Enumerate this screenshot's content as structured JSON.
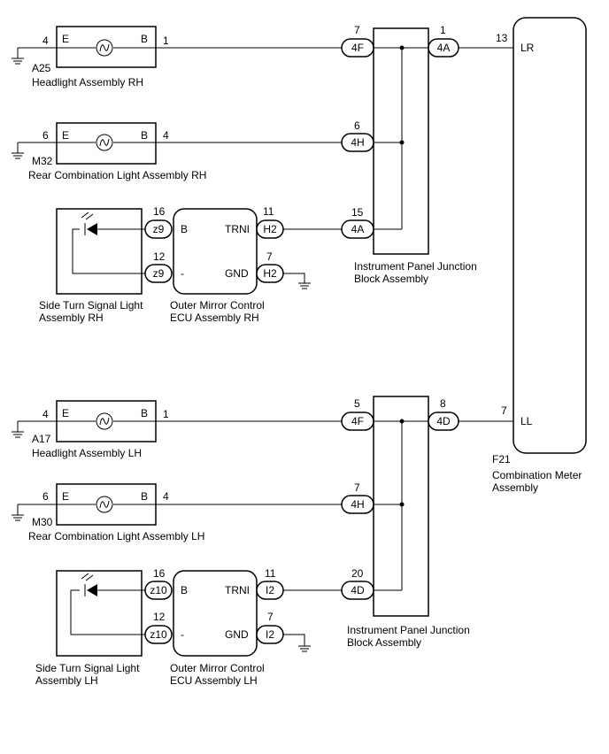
{
  "rh": {
    "headlight": {
      "pin_left": "4",
      "letter_e": "E",
      "letter_b": "B",
      "pin_right": "1",
      "code": "A25",
      "name": "Headlight Assembly RH"
    },
    "rear_combo": {
      "pin_left": "6",
      "letter_e": "E",
      "letter_b": "B",
      "pin_right": "4",
      "code": "M32",
      "name": "Rear Combination Light Assembly RH"
    },
    "turn_signal": {
      "name_line1": "Side Turn Signal Light",
      "name_line2": "Assembly RH",
      "pin_b": "16",
      "conn_b": "z9",
      "pin_neg": "12",
      "conn_neg": "z9"
    },
    "mirror_ecu": {
      "terminal_b": "B",
      "terminal_neg": "-",
      "terminal_trni": "TRNI",
      "terminal_gnd": "GND",
      "pin_trni": "11",
      "conn_trni": "H2",
      "pin_gnd": "7",
      "conn_gnd": "H2",
      "name_line1": "Outer Mirror Control",
      "name_line2": "ECU Assembly RH"
    },
    "junction": {
      "pin_top": "7",
      "conn_top": "4F",
      "pin_mid": "6",
      "conn_mid": "4H",
      "pin_low": "15",
      "conn_low": "4A",
      "pin_out": "1",
      "conn_out": "4A",
      "name_line1": "Instrument Panel Junction",
      "name_line2": "Block Assembly"
    }
  },
  "lh": {
    "headlight": {
      "pin_left": "4",
      "letter_e": "E",
      "letter_b": "B",
      "pin_right": "1",
      "code": "A17",
      "name": "Headlight Assembly LH"
    },
    "rear_combo": {
      "pin_left": "6",
      "letter_e": "E",
      "letter_b": "B",
      "pin_right": "4",
      "code": "M30",
      "name": "Rear Combination Light Assembly LH"
    },
    "turn_signal": {
      "name_line1": "Side Turn Signal Light",
      "name_line2": "Assembly LH",
      "pin_b": "16",
      "conn_b": "z10",
      "pin_neg": "12",
      "conn_neg": "z10"
    },
    "mirror_ecu": {
      "terminal_b": "B",
      "terminal_neg": "-",
      "terminal_trni": "TRNI",
      "terminal_gnd": "GND",
      "pin_trni": "11",
      "conn_trni": "I2",
      "pin_gnd": "7",
      "conn_gnd": "I2",
      "name_line1": "Outer Mirror Control",
      "name_line2": "ECU Assembly LH"
    },
    "junction": {
      "pin_top": "5",
      "conn_top": "4F",
      "pin_mid": "7",
      "conn_mid": "4H",
      "pin_low": "20",
      "conn_low": "4D",
      "pin_out": "8",
      "conn_out": "4D",
      "name_line1": "Instrument Panel Junction",
      "name_line2": "Block Assembly"
    }
  },
  "meter": {
    "pin_lr": "13",
    "terminal_lr": "LR",
    "pin_ll": "7",
    "terminal_ll": "LL",
    "code": "F21",
    "name_line1": "Combination Meter",
    "name_line2": "Assembly"
  }
}
